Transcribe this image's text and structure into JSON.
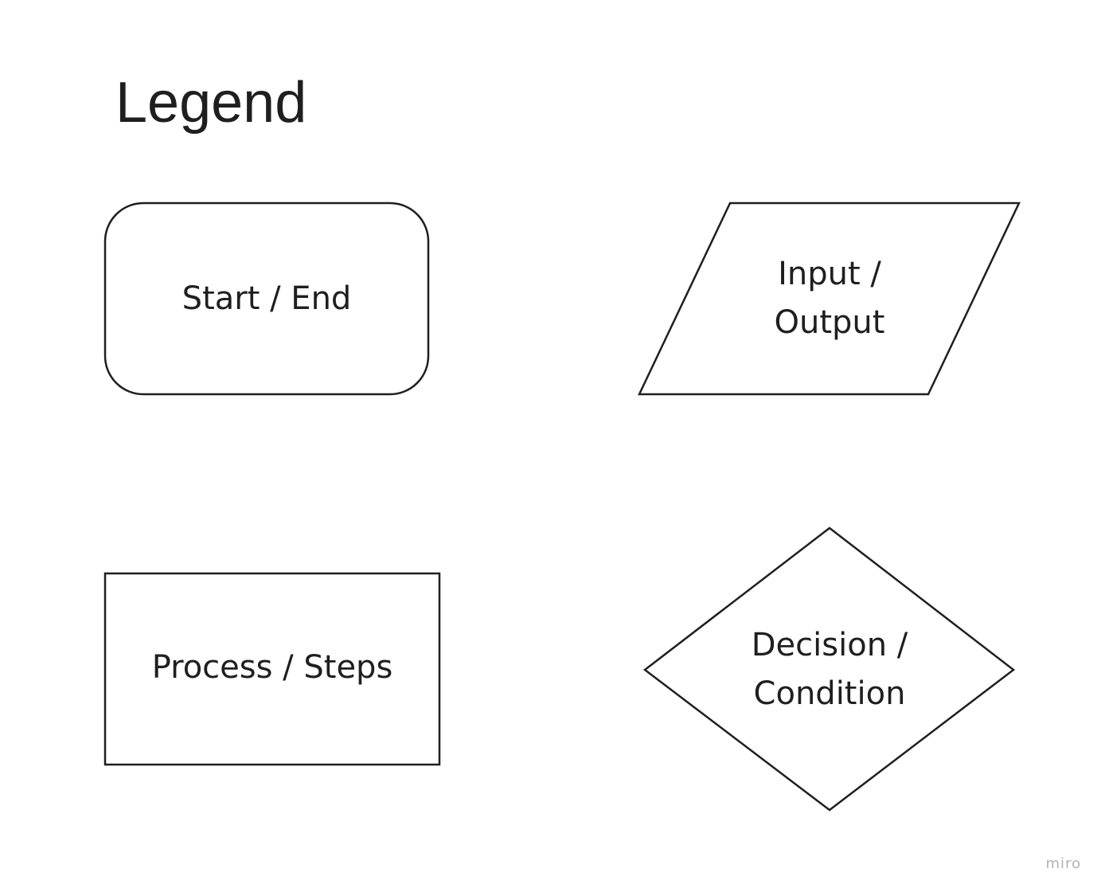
{
  "legend": {
    "title": "Legend"
  },
  "shapes": {
    "start_end": {
      "label": "Start / End"
    },
    "input_output": {
      "label": "Input /\nOutput"
    },
    "process_steps": {
      "label": "Process / Steps"
    },
    "decision_condition": {
      "label": "Decision /\nCondition"
    }
  },
  "style": {
    "stroke_color": "#1f1f1f",
    "fill_color": "#ffffff",
    "text_color": "#1f1f1f"
  },
  "watermark": {
    "text": "miro"
  }
}
